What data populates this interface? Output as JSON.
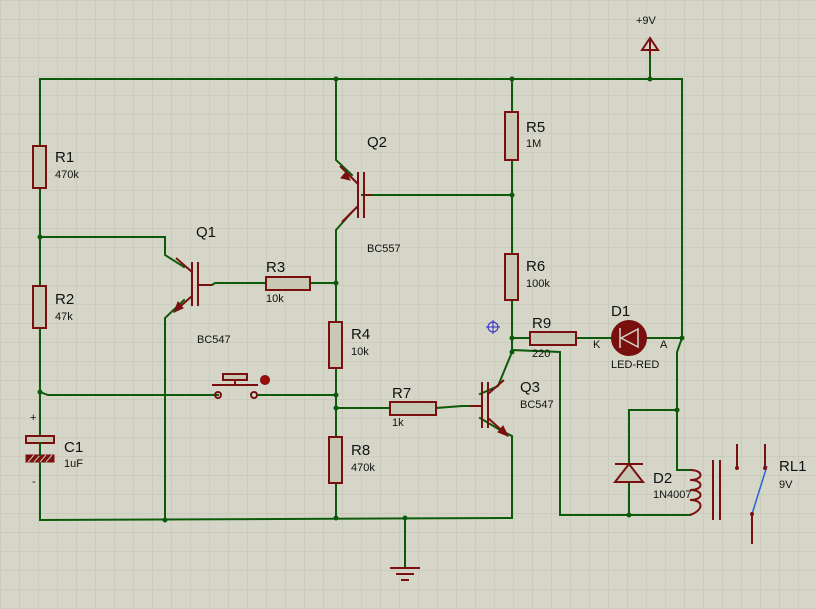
{
  "power": {
    "label": "+9V"
  },
  "components": {
    "r1": {
      "ref": "R1",
      "value": "470k"
    },
    "r2": {
      "ref": "R2",
      "value": "47k"
    },
    "r3": {
      "ref": "R3",
      "value": "10k"
    },
    "r4": {
      "ref": "R4",
      "value": "10k"
    },
    "r5": {
      "ref": "R5",
      "value": "1M"
    },
    "r6": {
      "ref": "R6",
      "value": "100k"
    },
    "r7": {
      "ref": "R7",
      "value": "1k"
    },
    "r8": {
      "ref": "R8",
      "value": "470k"
    },
    "r9": {
      "ref": "R9",
      "value": "220"
    },
    "c1": {
      "ref": "C1",
      "value": "1uF",
      "plus": "+",
      "minus": "-"
    },
    "q1": {
      "ref": "Q1",
      "value": "BC547"
    },
    "q2": {
      "ref": "Q2",
      "value": "BC557"
    },
    "q3": {
      "ref": "Q3",
      "value": "BC547"
    },
    "d1": {
      "ref": "D1",
      "value": "LED-RED",
      "pin_k": "K",
      "pin_a": "A"
    },
    "d2": {
      "ref": "D2",
      "value": "1N4007"
    },
    "rl1": {
      "ref": "RL1",
      "value": "9V"
    }
  },
  "colors": {
    "background": "#d6d6c8",
    "grid": "#c2c2b4",
    "wire": "#0b5b0b",
    "component": "#7a0f0f",
    "led_fill": "#7a0f0f",
    "probe": "#2a2ad0"
  }
}
